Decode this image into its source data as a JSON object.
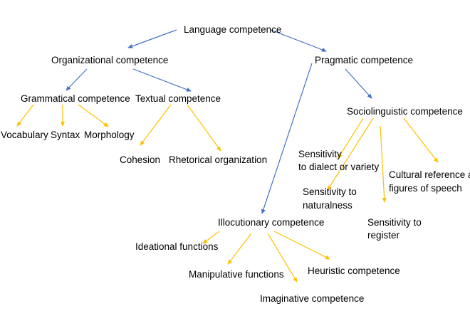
{
  "diagram": {
    "colors": {
      "blue_connector": "#4472C4",
      "orange_connector": "#FFC000",
      "text": "#000000"
    },
    "nodes": {
      "language_competence": "Language competence",
      "organizational_competence": "Organizational competence",
      "pragmatic_competence": "Pragmatic competence",
      "grammatical_competence": "Grammatical competence",
      "textual_competence": "Textual competence",
      "vocabulary": "Vocabulary",
      "syntax": "Syntax",
      "morphology": "Morphology",
      "cohesion": "Cohesion",
      "rhetorical_organization": "Rhetorical organization",
      "sociolinguistic_competence": "Sociolinguistic competence",
      "illocutionary_competence": "Illocutionary competence",
      "sensitivity_dialect": [
        "Sensitivity",
        "to dialect or variety"
      ],
      "sensitivity_naturalness": [
        "Sensitivity to",
        "naturalness"
      ],
      "sensitivity_register": [
        "Sensitivity to",
        "register"
      ],
      "cultural_reference": [
        "Cultural reference and",
        "figures of speech"
      ],
      "ideational_functions": "Ideational functions",
      "manipulative_functions": "Manipulative functions",
      "heuristic_competence": "Heuristic competence",
      "imaginative_competence": "Imaginative competence"
    }
  }
}
